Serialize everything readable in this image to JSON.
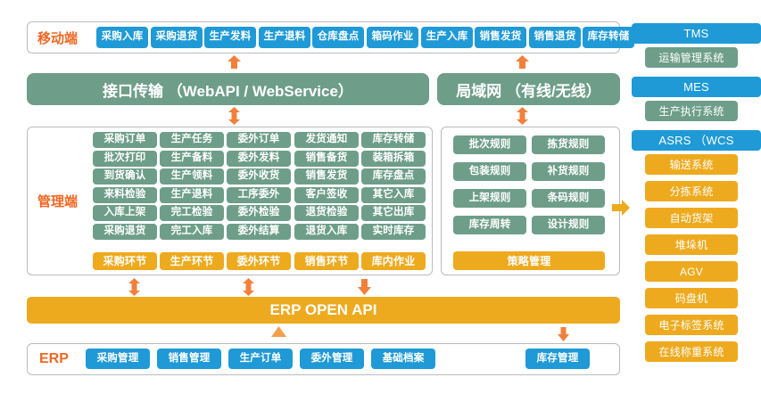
{
  "diagram": {
    "colors": {
      "blue": "#1f9ad6",
      "green": "#6e9e8a",
      "orange": "#eeaa1e",
      "label_orange": "#ef6724",
      "border_gray": "#b9bcbd"
    }
  },
  "mobile": {
    "label": "移动端",
    "items": [
      "采购入库",
      "采购退货",
      "生产发料",
      "生产退料",
      "仓库盘点",
      "箱码作业",
      "生产入库",
      "销售发货",
      "销售退货",
      "库存转储"
    ]
  },
  "transport": {
    "interface_label": "接口传输 （WebAPI / WebService）",
    "lan_label": "局域网 （有线/无线）"
  },
  "management": {
    "label": "管理端",
    "columns": [
      {
        "footer": "采购环节",
        "items": [
          "采购订单",
          "批次打印",
          "到货确认",
          "来料检验",
          "入库上架",
          "采购退货"
        ]
      },
      {
        "footer": "生产环节",
        "items": [
          "生产任务",
          "生产备料",
          "生产领料",
          "生产退料",
          "完工检验",
          "完工入库"
        ]
      },
      {
        "footer": "委外环节",
        "items": [
          "委外订单",
          "委外发料",
          "委外收货",
          "工序委外",
          "委外检验",
          "委外结算"
        ]
      },
      {
        "footer": "销售环节",
        "items": [
          "发货通知",
          "销售备货",
          "销售发货",
          "客户签收",
          "退货检验",
          "退货入库"
        ]
      },
      {
        "footer": "库内作业",
        "items": [
          "库存转储",
          "装箱拆箱",
          "库存盘点",
          "其它入库",
          "其它出库",
          "实时库存"
        ]
      }
    ]
  },
  "rules": {
    "footer": "策略管理",
    "rows": [
      [
        "批次规则",
        "拣货规则"
      ],
      [
        "包装规则",
        "补货规则"
      ],
      [
        "上架规则",
        "条码规则"
      ],
      [
        "库存周转",
        "设计规则"
      ]
    ]
  },
  "api_bar": {
    "label": "ERP  OPEN API"
  },
  "erp": {
    "label": "ERP",
    "items": [
      "采购管理",
      "销售管理",
      "生产订单",
      "委外管理",
      "基础档案"
    ],
    "right_item": "库存管理"
  },
  "right_column": {
    "groups": [
      {
        "header": "TMS",
        "header_color": "blue",
        "sub": [
          "运输管理系统"
        ],
        "sub_color": "green"
      },
      {
        "header": "MES",
        "header_color": "blue",
        "sub": [
          "生产执行系统"
        ],
        "sub_color": "green"
      },
      {
        "header": "ASRS  （WCS",
        "header_color": "blue",
        "sub": [
          "输送系统",
          "分拣系统",
          "自动货架",
          "堆垛机",
          "AGV",
          "码盘机",
          "电子标签系统",
          "在线称重系统"
        ],
        "sub_color": "orange"
      }
    ]
  }
}
